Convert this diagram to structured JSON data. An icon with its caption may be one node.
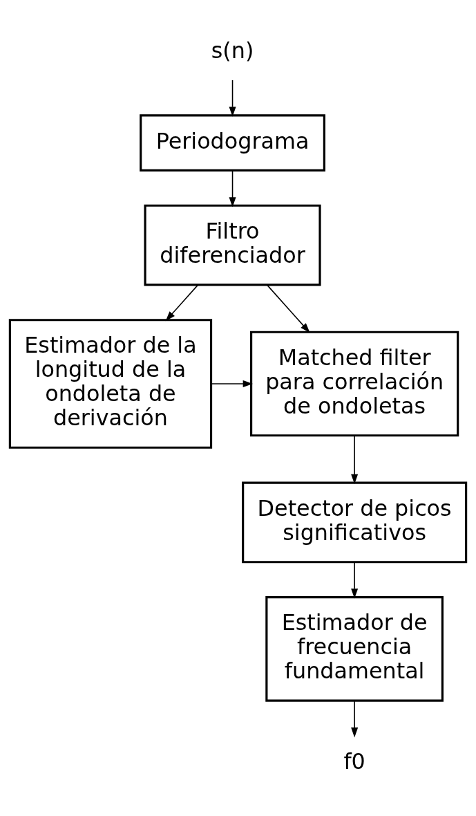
{
  "diagram": {
    "nodes": [
      {
        "text": [
          "s(n)"
        ]
      },
      {
        "text": [
          "Periodograma"
        ]
      },
      {
        "text": [
          "Filtro diferenciador"
        ]
      },
      {
        "text": [
          "Estimador de la longitud de la ondoleta de derivación"
        ]
      },
      {
        "text": [
          "Matched filter para correlación de ondoletas"
        ]
      },
      {
        "text": [
          "Detector de picos significativos"
        ]
      },
      {
        "text": [
          "Estimador de frecuencia fundamental"
        ]
      },
      {
        "text": [
          "f0"
        ]
      }
    ],
    "edges": [
      {
        "from": 0,
        "to": 1,
        "arrow": "to"
      },
      {
        "from": 1,
        "to": 2,
        "arrow": "to"
      },
      {
        "from": 2,
        "to": 3,
        "arrow": "to"
      },
      {
        "from": 2,
        "to": 4,
        "arrow": "to"
      },
      {
        "from": 3,
        "to": 4,
        "arrow": "to"
      },
      {
        "from": 4,
        "to": 5,
        "arrow": "to"
      },
      {
        "from": 5,
        "to": 6,
        "arrow": "to"
      },
      {
        "from": 6,
        "to": 7,
        "arrow": "to"
      }
    ]
  }
}
